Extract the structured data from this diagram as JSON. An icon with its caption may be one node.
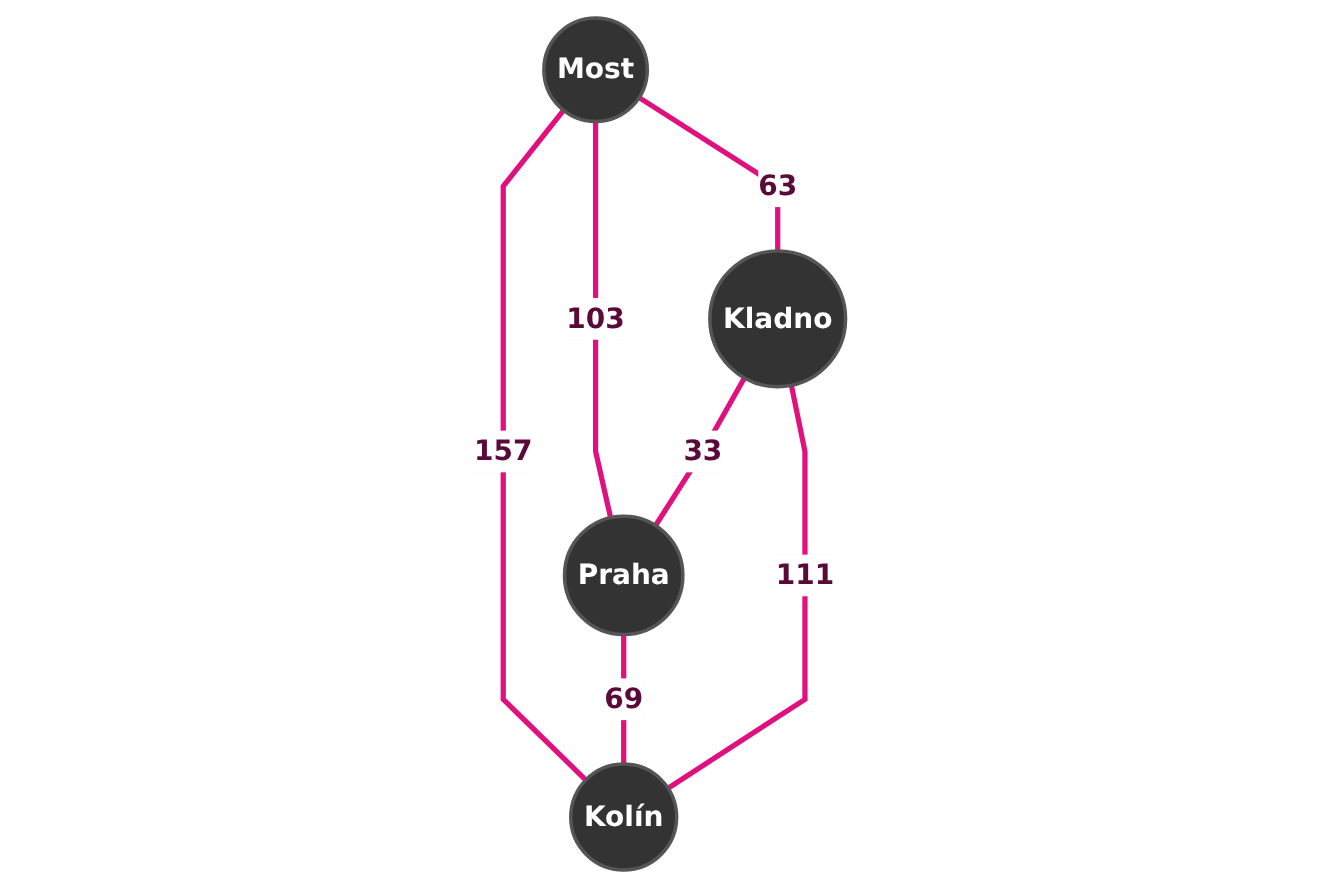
{
  "diagram": {
    "nodes": [
      {
        "text": [
          "Most"
        ]
      },
      {
        "text": [
          "Kladno"
        ]
      },
      {
        "text": [
          "Praha"
        ]
      },
      {
        "text": [
          "Kolín"
        ]
      }
    ],
    "edges": [
      {
        "from": 0,
        "to": 1,
        "arrow": "none",
        "label": "63"
      },
      {
        "from": 0,
        "to": 2,
        "arrow": "none",
        "label": "103"
      },
      {
        "from": 0,
        "to": 3,
        "arrow": "none",
        "label": "157"
      },
      {
        "from": 1,
        "to": 2,
        "arrow": "none",
        "label": "33"
      },
      {
        "from": 2,
        "to": 3,
        "arrow": "none",
        "label": "69"
      },
      {
        "from": 1,
        "to": 3,
        "arrow": "none",
        "label": "111"
      }
    ]
  }
}
